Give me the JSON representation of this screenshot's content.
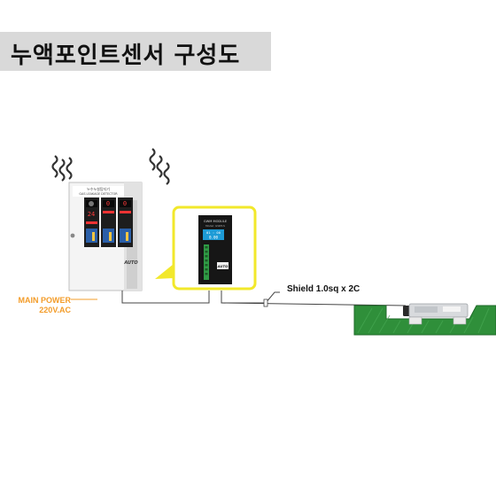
{
  "title": "누액포인트센서 구성도",
  "panel": {
    "header_line1": "누수누설탐지기",
    "header_line2": "GAS LEAKAGE DETECTOR",
    "display_left": "24",
    "display_mid": "0",
    "display_right": "0",
    "logo": "AUTO"
  },
  "module": {
    "header_line1": "GWM MODULE",
    "header_line2": "Model: GWM-S",
    "screen_line1": "01 : 00",
    "screen_line2": "0.00",
    "logo": "AUTO"
  },
  "power": {
    "line1": "MAIN POWER",
    "line2": "220V.AC"
  },
  "cable": {
    "label": "Shield 1.0sq x 2C"
  },
  "colors": {
    "title_bg": "#d9d9d9",
    "callout_border": "#f2e82b",
    "power_text": "#f39c29",
    "floor_green": "#2f8f3a"
  }
}
